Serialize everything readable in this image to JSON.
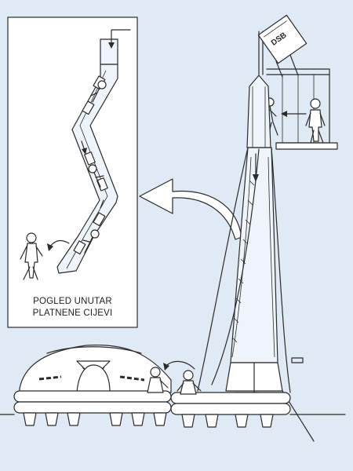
{
  "inset": {
    "caption_line1": "POGLED UNUTAR",
    "caption_line2": "PLATNENE CIJEVI"
  },
  "logo": {
    "text": "DSB"
  },
  "colors": {
    "background": "#dfeaf5",
    "line": "#2b2b2b",
    "panel": "#ffffff"
  }
}
